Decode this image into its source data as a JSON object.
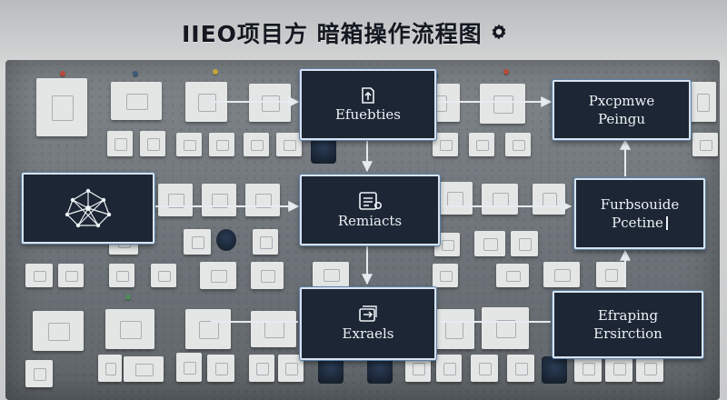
{
  "title": {
    "text": "IIEO项目方 暗箱操作流程图",
    "icon": "gear-icon"
  },
  "nodes": {
    "efuebties": {
      "label": "Efuebties",
      "icon": "document-up-arrow-icon"
    },
    "remiacts": {
      "label": "Remiacts",
      "icon": "clipboard-gear-icon"
    },
    "exraels": {
      "label": "Exraels",
      "icon": "stack-arrow-icon"
    },
    "network": {
      "label": "",
      "icon": "network-graph-icon"
    },
    "pxcpmwe": {
      "line1": "Pxcpmwe",
      "line2": "Peingu"
    },
    "furbsouide": {
      "line1": "Furbsouide",
      "line2": "Pcetine"
    },
    "efraping": {
      "line1": "Efraping",
      "line2": "Ersirction"
    }
  },
  "colors": {
    "box_fill": "#1c2634",
    "box_border": "#d9e3ee",
    "box_glow": "#5a7fa8",
    "arrow": "#e6ebf0",
    "board": "#6c7277"
  }
}
